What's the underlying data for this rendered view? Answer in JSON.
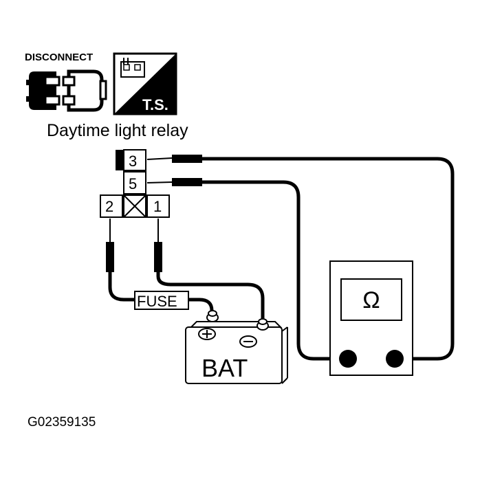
{
  "icons": {
    "disconnect_label": "DISCONNECT",
    "ts_label": "T.S."
  },
  "relay": {
    "title": "Daytime light relay",
    "pins": {
      "p3": "3",
      "p5": "5",
      "p2": "2",
      "p1": "1"
    }
  },
  "fuse_label": "FUSE",
  "battery": {
    "label": "BAT"
  },
  "ohmmeter": {
    "symbol": "Ω"
  },
  "figure_id": "G02359135"
}
